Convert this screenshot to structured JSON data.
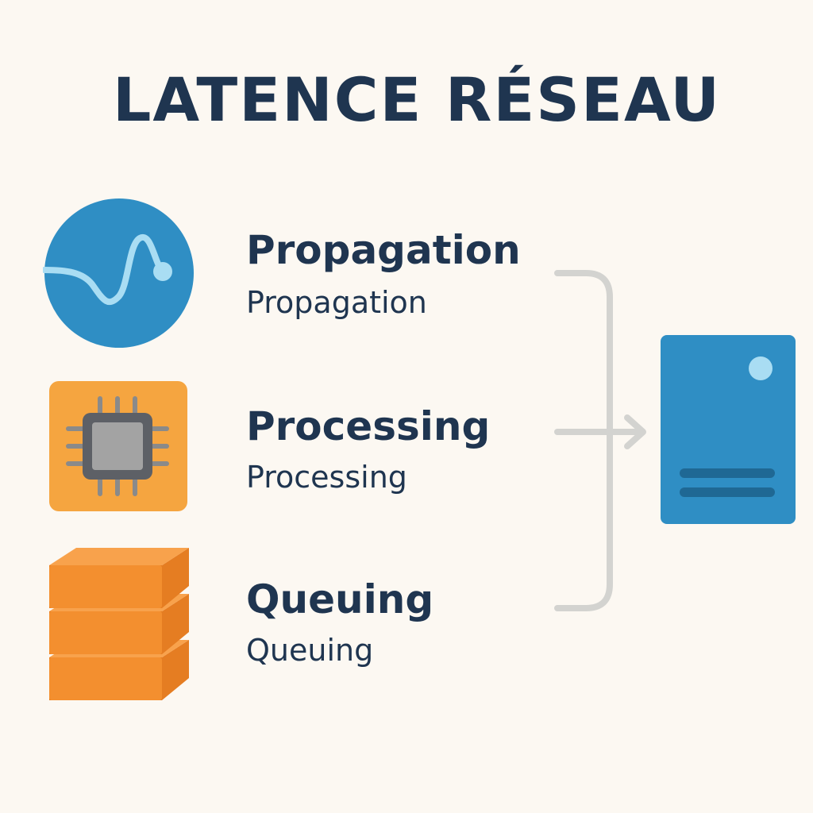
{
  "title": "LATENCE RÉSEAU",
  "components": [
    {
      "label": "Propagation",
      "sublabel": "Propagation",
      "icon": "signal-wave-icon"
    },
    {
      "label": "Processing",
      "sublabel": "Processing",
      "icon": "cpu-chip-icon"
    },
    {
      "label": "Queuing",
      "sublabel": "Queuing",
      "icon": "queue-stack-icon"
    }
  ],
  "target": {
    "icon": "server-icon"
  },
  "colors": {
    "background": "#fcf8f2",
    "text": "#1f3550",
    "blue": "#2f8ec4",
    "light_blue": "#a9ddf3",
    "orange": "#f5a540",
    "stack_orange": "#f38f2f",
    "chip_gray": "#9a9a9a",
    "connector_gray": "#d3d3d0"
  }
}
